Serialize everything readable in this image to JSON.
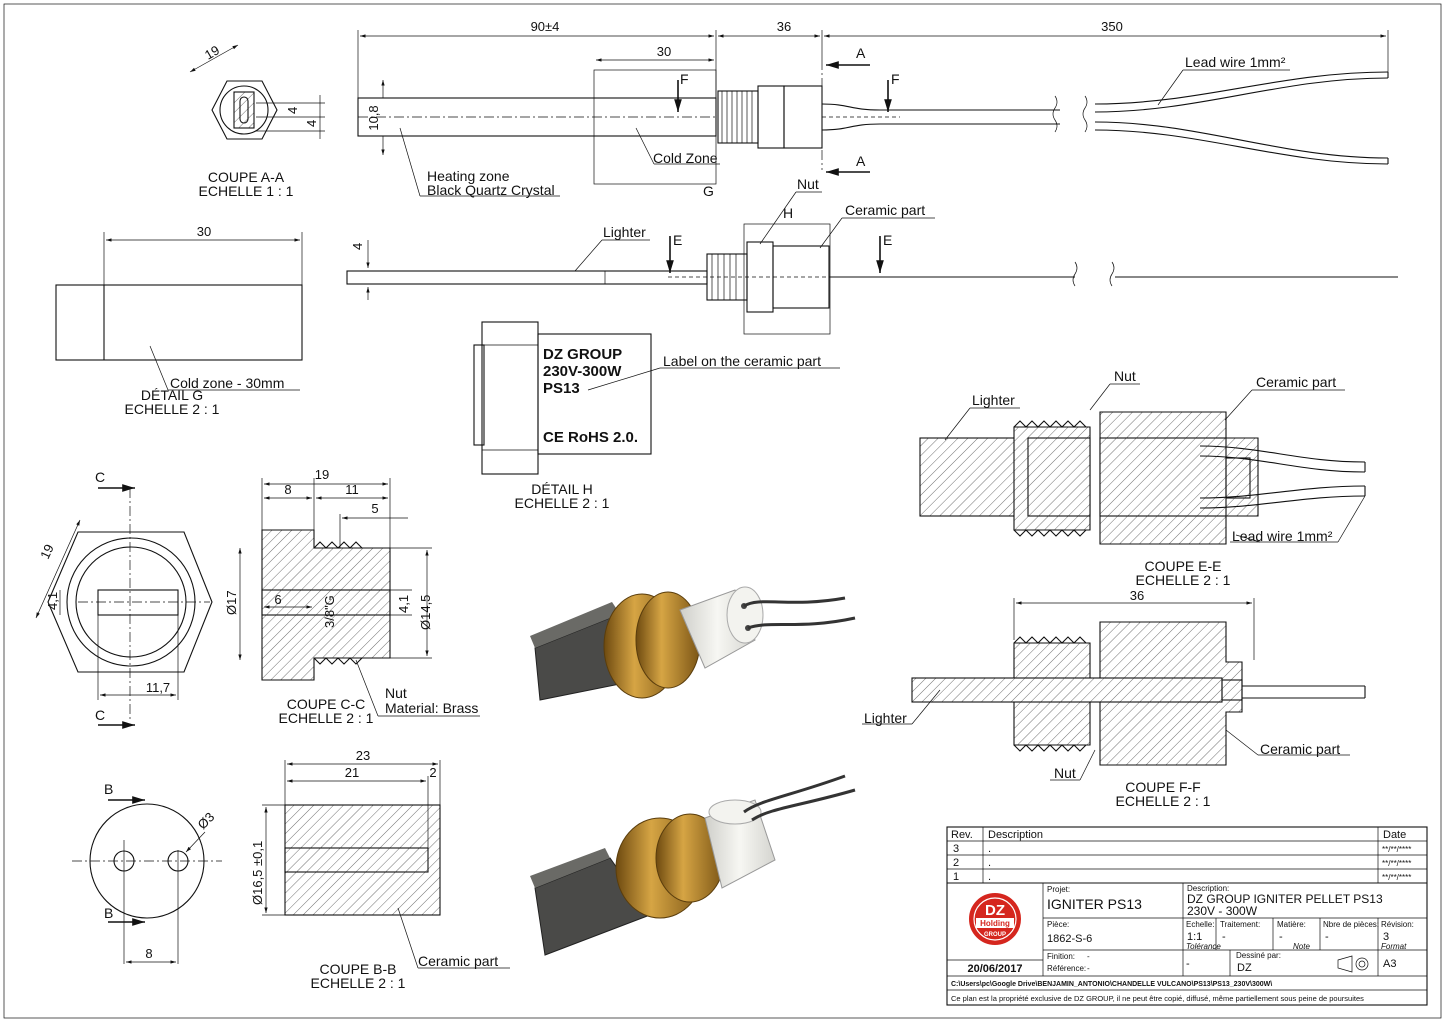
{
  "dims": {
    "d90": "90±4",
    "d36": "36",
    "d350": "350",
    "d30": "30",
    "d19": "19",
    "d4": "4",
    "d10_8": "10,8",
    "g30": "30",
    "e4": "4",
    "c19": "19",
    "c8": "8",
    "c11": "11",
    "c5": "5",
    "c17": "Ø17",
    "c6": "6",
    "c38": "3/8\"G",
    "c41": "4,1",
    "c145": "Ø14,5",
    "cc19": "19",
    "cc41": "4,1",
    "cc117": "11,7",
    "b23": "23",
    "b21": "21",
    "b2": "2",
    "b165": "Ø16,5 ±0,1",
    "b3": "Ø3",
    "b8": "8",
    "ff36": "36"
  },
  "labels": {
    "a_top": "A",
    "a_bot": "A",
    "f_left": "F",
    "f_right": "F",
    "e_left": "E",
    "e_right": "E",
    "g": "G",
    "h": "H",
    "c_top": "C",
    "c_bot": "C",
    "b_top": "B",
    "b_bot": "B",
    "lead_wire": "Lead wire 1mm²",
    "heating1": "Heating zone",
    "heating2": "Black Quartz Crystal",
    "cold_zone": "Cold Zone",
    "nut": "Nut",
    "ceramic": "Ceramic part",
    "lighter": "Lighter",
    "cold_zone_30": "Cold zone - 30mm",
    "label_on_ceramic": "Label on the ceramic part",
    "nut_material1": "Nut",
    "nut_material2": "Material: Brass",
    "ee_lighter": "Lighter",
    "ee_nut": "Nut",
    "ee_ceramic": "Ceramic part",
    "ee_lead": "Lead wire 1mm²",
    "ff_lighter": "Lighter",
    "ff_ceramic": "Ceramic part",
    "ff_nut": "Nut",
    "bb_ceramic": "Ceramic part"
  },
  "captions": {
    "aa1": "COUPE A-A",
    "aa2": "ECHELLE 1 : 1",
    "g1": "DÉTAIL G",
    "g2": "ECHELLE 2 : 1",
    "h1": "DÉTAIL H",
    "h2": "ECHELLE 2 : 1",
    "cc1": "COUPE C-C",
    "cc2": "ECHELLE 2 : 1",
    "bb1": "COUPE B-B",
    "bb2": "ECHELLE 2 : 1",
    "ee1": "COUPE E-E",
    "ee2": "ECHELLE 2 : 1",
    "ff1": "COUPE F-F",
    "ff2": "ECHELLE 2 : 1"
  },
  "ceramic_label": {
    "line1": "DZ GROUP",
    "line2": "230V-300W",
    "line3": "PS13",
    "line4": "CE RoHS 2.0."
  },
  "title_block": {
    "rev_header": "Rev.",
    "desc_header": "Description",
    "date_header": "Date",
    "revisions": [
      {
        "rev": "3",
        "desc": ".",
        "date": "**/**/****"
      },
      {
        "rev": "2",
        "desc": ".",
        "date": "**/**/****"
      },
      {
        "rev": "1",
        "desc": ".",
        "date": "**/**/****"
      }
    ],
    "logo_dz": "DZ",
    "logo_holding": "Holding",
    "logo_group": "GROUP",
    "date": "20/06/2017",
    "projet_label": "Projet:",
    "projet": "IGNITER PS13",
    "piece_label": "Pièce:",
    "piece": "1862-S-6",
    "finition_label": "Finition:",
    "finition": "-",
    "reference_label": "Référence:",
    "reference": "-",
    "description_label": "Description:",
    "description1": "DZ GROUP IGNITER PELLET PS13",
    "description2": "230V - 300W",
    "echelle_label": "Echelle:",
    "echelle": "1:1",
    "traitement_label": "Traitement:",
    "traitement": "-",
    "matiere_label": "Matière:",
    "matiere": "-",
    "nbpieces_label": "Nbre de pièces:",
    "nbpieces": "-",
    "revision_label": "Révision:",
    "revision": "3",
    "tolerance_label": "Tolérance",
    "note_label": "Note",
    "format_label": "Format",
    "tolerance": "-",
    "dessine_label": "Dessiné par:",
    "dessine": "DZ",
    "format": "A3",
    "path": "C:\\Users\\pc\\Google Drive\\BENJAMIN_ANTONIO\\CHANDELLE VULCANO\\PS13\\PS13_230V\\300W\\",
    "legal": "Ce plan est la propriété exclusive de DZ GROUP, il ne peut être copié, diffusé, même partiellement sous peine de poursuites"
  },
  "colors": {
    "brass": "#b8862b",
    "ceramic": "#e9e9e4",
    "rod": "#4a4a48",
    "logo_red": "#d5261e"
  }
}
